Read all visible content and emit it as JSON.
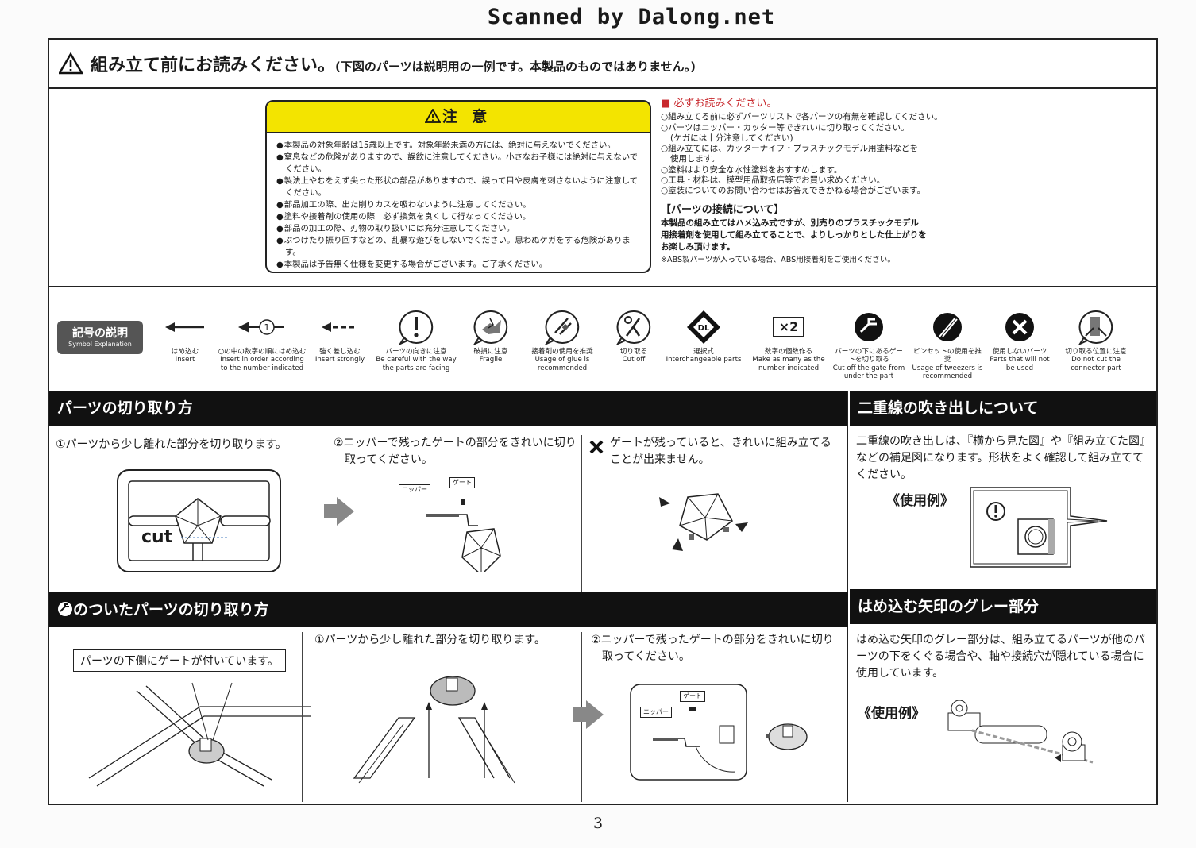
{
  "scan_header": "Scanned by Dalong.net",
  "top_title": {
    "main": "組み立て前にお読みください。",
    "sub": "(下図のパーツは説明用の一例です。本製品のものではありません。)"
  },
  "caution": {
    "title": "注 意",
    "items": [
      "本製品の対象年齢は15歳以上です。対象年齢未満の方には、絶対に与えないでください。",
      "窒息などの危険がありますので、誤飲に注意してください。小さなお子様には絶対に与えないでください。",
      "製法上やむをえず尖った形状の部品がありますので、誤って目や皮膚を刺さないように注意してください。",
      "部品加工の際、出た削りカスを吸わないように注意してください。",
      "塗料や接着剤の使用の際　必ず換気を良くして行なってください。",
      "部品の加工の際、刃物の取り扱いには充分注意してください。",
      "ぶつけたり振り回すなどの、乱暴な遊びをしないでください。思わぬケガをする危険があります。",
      "本製品は予告無く仕様を変更する場合がございます。ご了承ください。"
    ]
  },
  "must_read": {
    "heading": "必ずお読みください。",
    "items": [
      "組み立てる前に必ずパーツリストで各パーツの有無を確認してください。",
      "パーツはニッパー・カッター等できれいに切り取ってください。",
      "(ケガには十分注意してください)",
      "組み立てには、カッターナイフ・プラスチックモデル用塗料などを",
      "使用します。",
      "塗料はより安全な水性塗料をおすすめします。",
      "工具・材料は、模型用品取扱店等でお買い求めください。",
      "塗装についてのお問い合わせはお答えできかねる場合がございます。"
    ],
    "connection_heading": "【パーツの接続について】",
    "connection_lines": [
      "本製品の組み立てはハメ込み式ですが、別売りのプラスチックモデル",
      "用接着剤を使用して組み立てることで、よりしっかりとした仕上がりを",
      "お楽しみ頂けます。"
    ],
    "note": "※ABS製パーツが入っている場合、ABS用接着剤をご使用ください。"
  },
  "symbols": {
    "badge_jp": "記号の説明",
    "badge_en": "Symbol Explanation",
    "items": [
      {
        "jp": "はめ込む",
        "en": "Insert",
        "icon": "arrow-left-icon"
      },
      {
        "jp": "○の中の数字の順にはめ込む",
        "en": "Insert in order according to the number indicated",
        "icon": "numbered-arrow-icon"
      },
      {
        "jp": "強く差し込む",
        "en": "Insert strongly",
        "icon": "dashed-arrow-icon"
      },
      {
        "jp": "パーツの向きに注意",
        "en": "Be careful with the way the parts are facing",
        "icon": "exclamation-icon"
      },
      {
        "jp": "破損に注意",
        "en": "Fragile",
        "icon": "fragile-icon"
      },
      {
        "jp": "接着剤の使用を推奨",
        "en": "Usage of glue is recommended",
        "icon": "glue-icon"
      },
      {
        "jp": "切り取る",
        "en": "Cut off",
        "icon": "cut-off-icon"
      },
      {
        "jp": "選択式",
        "en": "Interchangeable parts",
        "icon": "interchangeable-icon"
      },
      {
        "jp": "数字の個数作る",
        "en": "Make as many as the number indicated",
        "icon": "times-two-icon",
        "badge": "×2"
      },
      {
        "jp": "パーツの下にあるゲートを切り取る",
        "en": "Cut off the gate from under the part",
        "icon": "under-gate-icon"
      },
      {
        "jp": "ピンセットの使用を推奨",
        "en": "Usage of tweezers is recommended",
        "icon": "tweezers-icon"
      },
      {
        "jp": "使用しないパーツ",
        "en": "Parts that will not be used",
        "icon": "unused-part-icon"
      },
      {
        "jp": "切り取る位置に注意",
        "en": "Do not cut the connector part",
        "icon": "cut-position-icon"
      }
    ]
  },
  "cutting": {
    "title": "パーツの切り取り方",
    "step1": "①パーツから少し離れた部分を切り取ります。",
    "cut_label": "cut",
    "step2": "②ニッパーで残ったゲートの部分をきれいに切り取ってください。",
    "nipper_label": "ニッパー",
    "gate_label": "ゲート",
    "warning": "ゲートが残っていると、きれいに組み立てることが出来ません。"
  },
  "double_callout": {
    "title": "二重線の吹き出しについて",
    "text": "二重線の吹き出しは、『横から見た図』や『組み立てた図』などの補足図になります。形状をよく確認して組み立ててください。",
    "example": "《使用例》"
  },
  "under_gate": {
    "title": "のついたパーツの切り取り方",
    "note": "パーツの下側にゲートが付いています。",
    "step1": "①パーツから少し離れた部分を切り取ります。",
    "step2": "②ニッパーで残ったゲートの部分をきれいに切り取ってください。",
    "gate_label": "ゲート",
    "nipper_label": "ニッパー"
  },
  "gray_arrow": {
    "title": "はめ込む矢印のグレー部分",
    "text": "はめ込む矢印のグレー部分は、組み立てるパーツが他のパーツの下をくぐる場合や、軸や接続穴が隠れている場合に使用しています。",
    "example": "《使用例》"
  },
  "page_number": "3"
}
